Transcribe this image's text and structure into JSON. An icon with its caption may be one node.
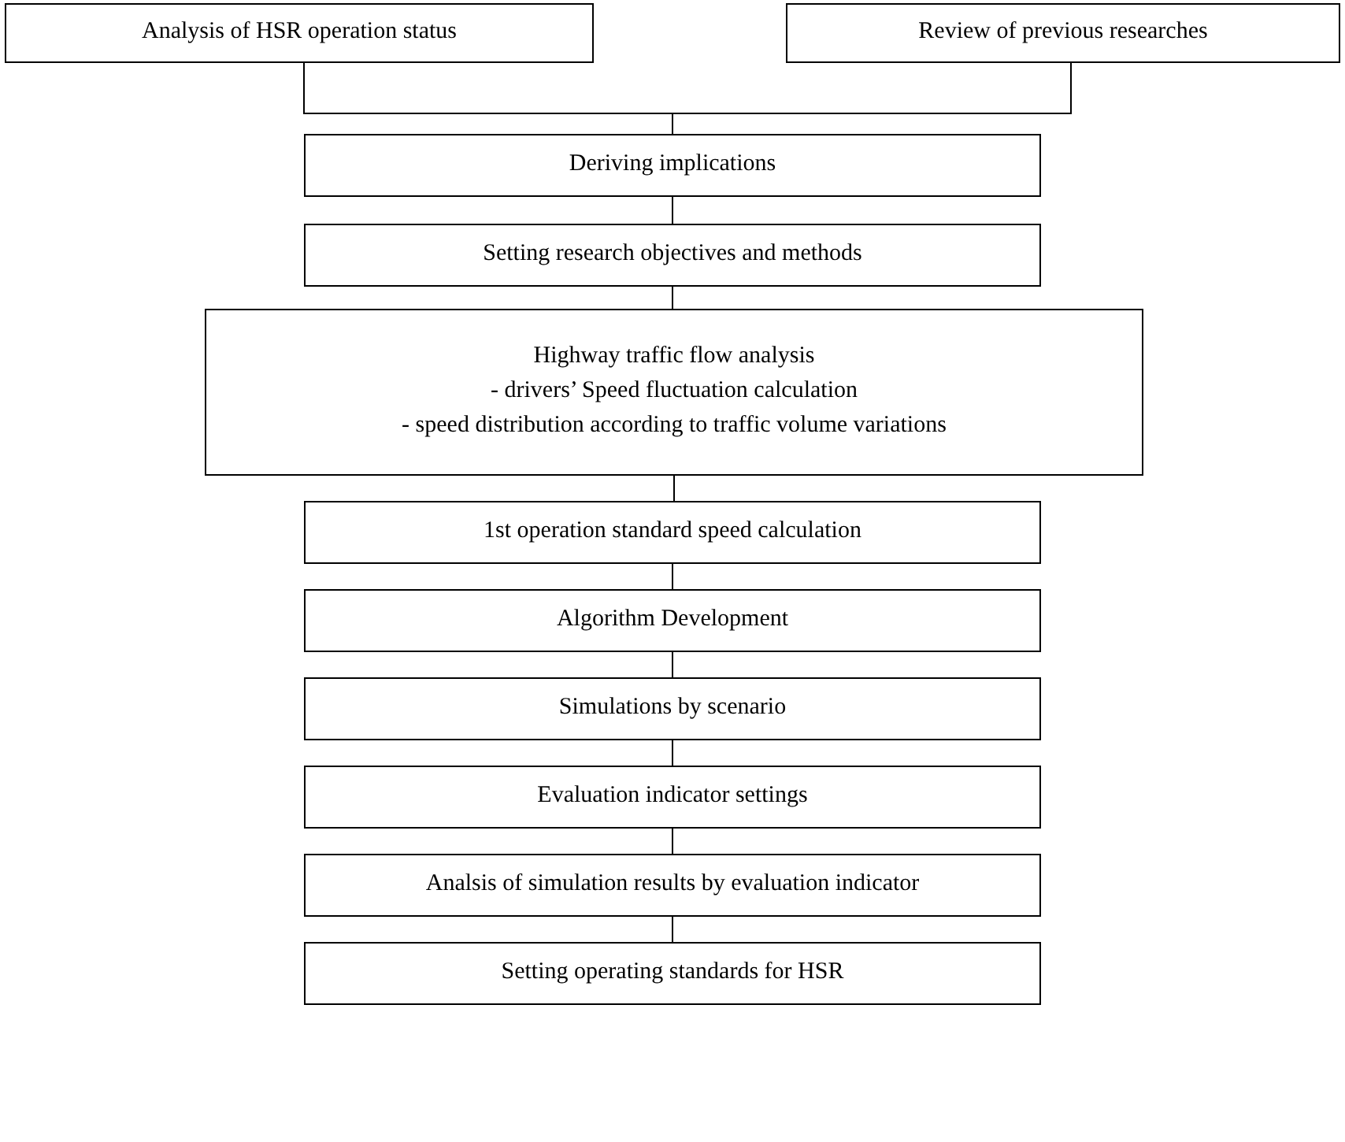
{
  "diagram": {
    "nodes": [
      {
        "text": [
          "Analysis of HSR operation status"
        ]
      },
      {
        "text": [
          "Review of previous researches"
        ]
      },
      {
        "text": [
          "Deriving implications"
        ]
      },
      {
        "text": [
          "Setting research objectives and methods"
        ]
      },
      {
        "text": [
          "Highway traffic flow analysis",
          "- drivers’ Speed fluctuation calculation",
          "- speed distribution according to traffic volume variations"
        ]
      },
      {
        "text": [
          "1st operation standard speed calculation"
        ]
      },
      {
        "text": [
          "Algorithm Development"
        ]
      },
      {
        "text": [
          "Simulations by scenario"
        ]
      },
      {
        "text": [
          "Evaluation indicator settings"
        ]
      },
      {
        "text": [
          "Analsis of simulation results by evaluation indicator"
        ]
      },
      {
        "text": [
          "Setting operating standards for HSR"
        ]
      }
    ],
    "edges": [
      {
        "from": 0,
        "to": 2,
        "arrow": "none"
      },
      {
        "from": 1,
        "to": 2,
        "arrow": "none"
      },
      {
        "from": 2,
        "to": 3,
        "arrow": "none"
      },
      {
        "from": 3,
        "to": 4,
        "arrow": "none"
      },
      {
        "from": 4,
        "to": 5,
        "arrow": "none"
      },
      {
        "from": 5,
        "to": 6,
        "arrow": "none"
      },
      {
        "from": 6,
        "to": 7,
        "arrow": "none"
      },
      {
        "from": 7,
        "to": 8,
        "arrow": "none"
      },
      {
        "from": 8,
        "to": 9,
        "arrow": "none"
      },
      {
        "from": 9,
        "to": 10,
        "arrow": "none"
      }
    ]
  }
}
